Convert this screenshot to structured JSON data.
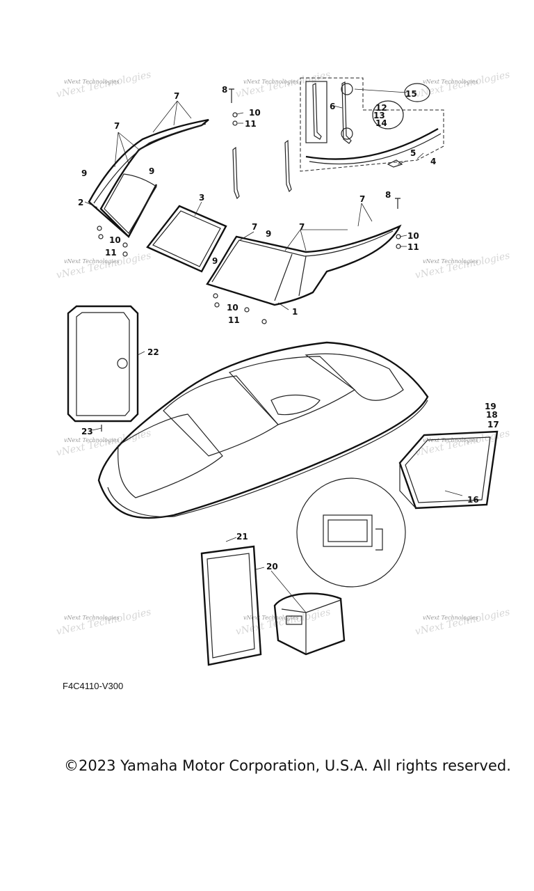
{
  "diagram": {
    "reference_code": "F4C4110-V300",
    "copyright": "©2023 Yamaha Motor Corporation, U.S.A. All rights reserved.",
    "watermark": "vNext Technologies",
    "callouts": [
      "1",
      "2",
      "3",
      "4",
      "5",
      "6",
      "7",
      "8",
      "9",
      "10",
      "11",
      "12",
      "13",
      "14",
      "15",
      "16",
      "17",
      "18",
      "19",
      "20",
      "21",
      "22",
      "23"
    ]
  }
}
